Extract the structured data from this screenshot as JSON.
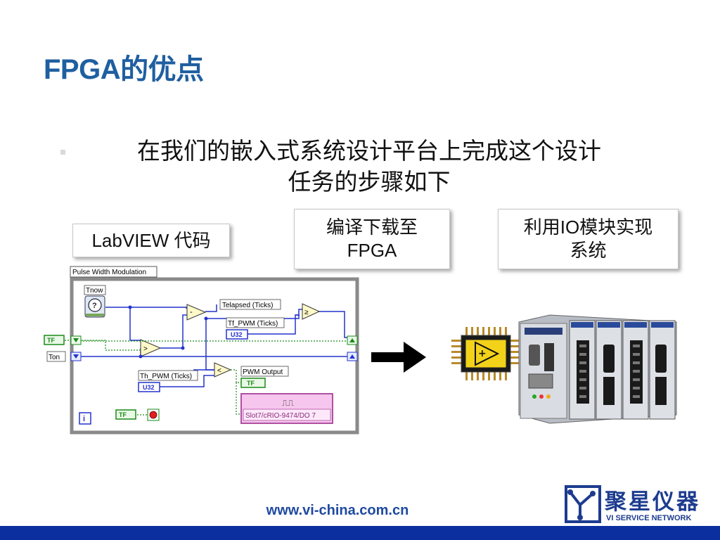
{
  "slide": {
    "title": "FPGA的优点",
    "bullet": {
      "line1": "在我们的嵌入式系统设计平台上完成这个设计",
      "line2": "任务的步骤如下"
    },
    "callouts": [
      {
        "line1": "LabVIEW  代码",
        "line2": ""
      },
      {
        "line1": "编译下载至",
        "line2": "FPGA"
      },
      {
        "line1": "利用IO模块实现",
        "line2": "系统"
      }
    ]
  },
  "diagram": {
    "label": "Pulse Width Modulation",
    "tnow": "Tnow",
    "telapsed": "Telapsed (Ticks)",
    "tf_pwm": "Tf_PWM (Ticks)",
    "th_pwm": "Th_PWM (Ticks)",
    "pwm_output": "PWM Output",
    "ton": "Ton",
    "u32": "U32",
    "tf": "TF",
    "io_node": "Slot7/cRIO-9474/DO 7",
    "info": "i"
  },
  "footer": {
    "url": "www.vi-china.com.cn",
    "logo_cn": "聚星仪器",
    "logo_en": "VI SERVICE NETWORK"
  },
  "colors": {
    "title": "#1f5fa0",
    "footer_bar": "#0c2fa0",
    "logo": "#1d3c8f",
    "wire_blue": "#2233cc",
    "wire_green": "#1a8a1a",
    "io_pink": "#e88ad8"
  }
}
